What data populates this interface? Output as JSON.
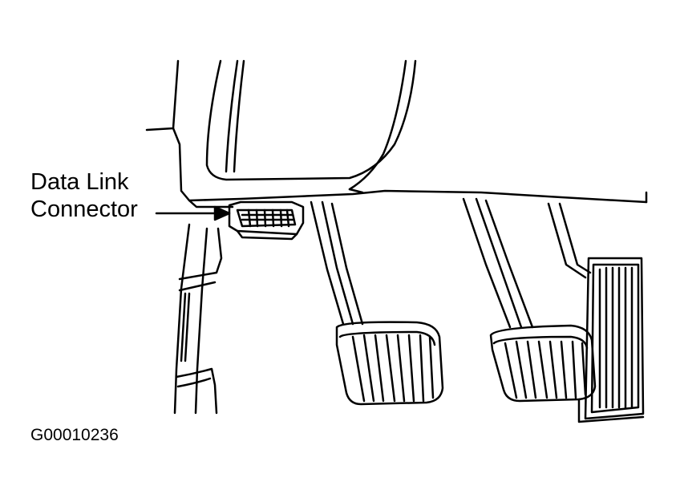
{
  "callout": {
    "line1": "Data Link",
    "line2": "Connector"
  },
  "figure_id": "G00010236",
  "colors": {
    "ink": "#000000",
    "paper": "#ffffff"
  }
}
